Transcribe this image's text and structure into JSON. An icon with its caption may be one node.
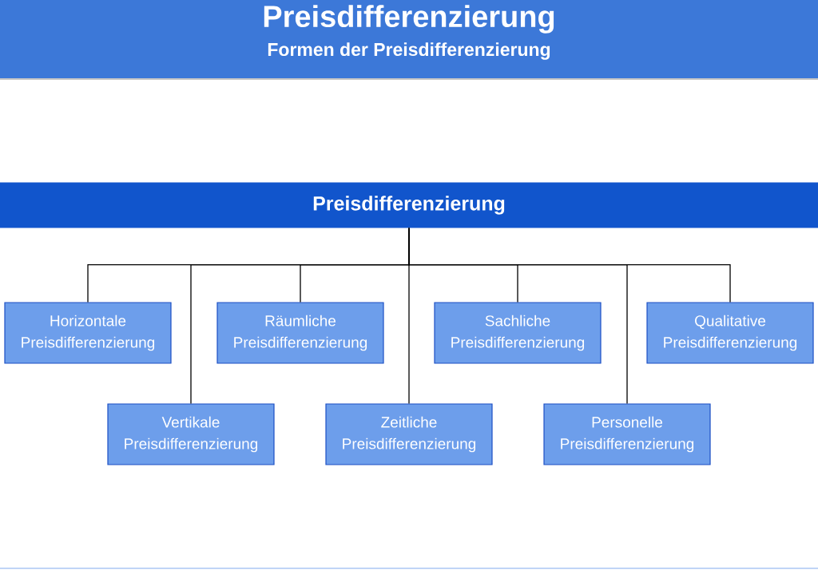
{
  "diagram": {
    "title": "Preisdifferenzierung",
    "nodes": [
      {
        "text": [
          "Preisdifferenzierung"
        ]
      },
      {
        "text": [
          "Horizontale Preisdifferenzierung"
        ]
      },
      {
        "text": [
          "Vertikale Preisdifferenzierung"
        ]
      },
      {
        "text": [
          "Räumliche Preisdifferenzierung"
        ]
      },
      {
        "text": [
          "Zeitliche Preisdifferenzierung"
        ]
      },
      {
        "text": [
          "Sachliche Preisdifferenzierung"
        ]
      },
      {
        "text": [
          "Personelle Preisdifferenzierung"
        ]
      },
      {
        "text": [
          "Qualitative Preisdifferenzierung"
        ]
      }
    ],
    "edges": [
      {
        "from": 0,
        "to": 1,
        "arrow": "none"
      },
      {
        "from": 0,
        "to": 2,
        "arrow": "none"
      },
      {
        "from": 0,
        "to": 3,
        "arrow": "none"
      },
      {
        "from": 0,
        "to": 4,
        "arrow": "none"
      },
      {
        "from": 0,
        "to": 5,
        "arrow": "none"
      },
      {
        "from": 0,
        "to": 6,
        "arrow": "none"
      },
      {
        "from": 0,
        "to": 7,
        "arrow": "none"
      }
    ],
    "labels": [
      "Formen der Preisdifferenzierung"
    ]
  }
}
